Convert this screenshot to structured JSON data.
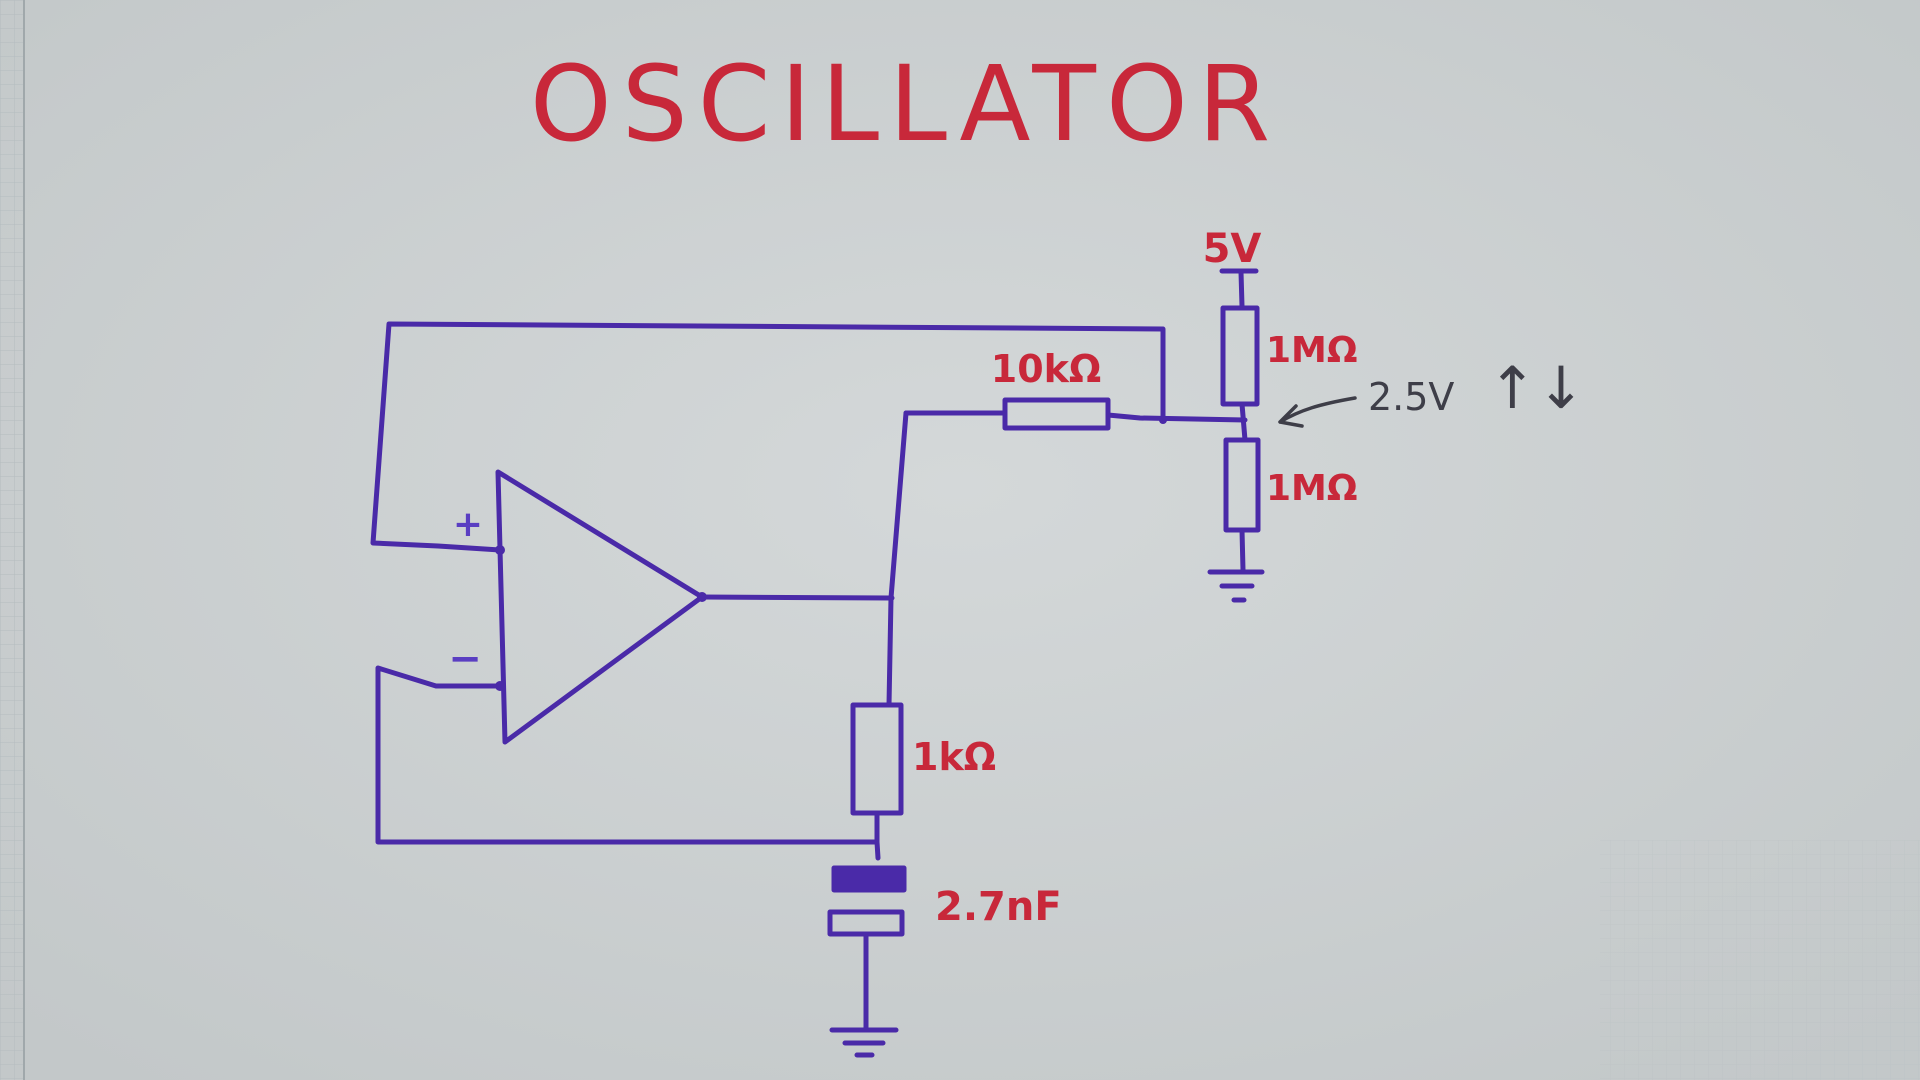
{
  "title": "OSCILLATOR",
  "colors": {
    "paper": "#cfd4d5",
    "grid_line": "#a9b2b6",
    "wire": "#4a2aa8",
    "label_red": "#c8283a",
    "note_gray": "#3e3e48"
  },
  "opamp": {
    "plus_label": "+",
    "minus_label": "−"
  },
  "components": {
    "supply_label": "5V",
    "r_top_label": "1MΩ",
    "r_bottom_label": "1MΩ",
    "r_feedback_label": "10kΩ",
    "r_rc_label": "1kΩ",
    "capacitor_label": "2.7nF",
    "divider_node_label": "2.5V",
    "node_arrows": "↑↓"
  }
}
